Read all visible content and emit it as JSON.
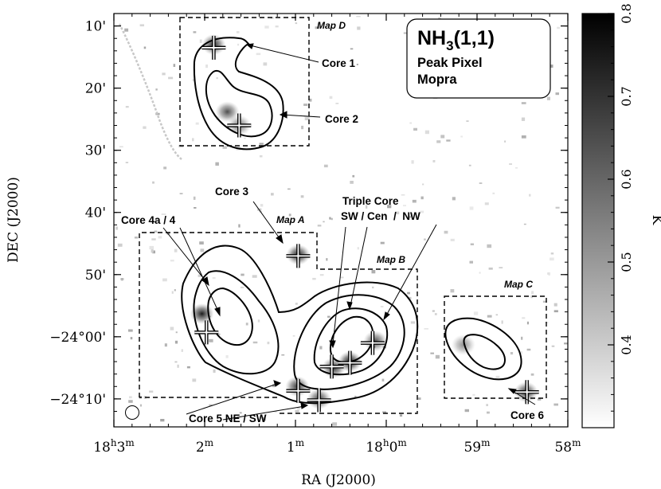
{
  "chart_data": {
    "type": "heatmap",
    "title": "NH3(1,1)",
    "title_main": "NH",
    "title_sub": "3",
    "title_tail": "(1,1)",
    "subtitle_lines": [
      "Peak Pixel",
      "Mopra"
    ],
    "xlabel": "RA (J2000)",
    "ylabel": "DEC (J2000)",
    "x_unit": "minutes of RA",
    "y_unit": "arcmin",
    "x_ticks": [
      {
        "value": 3,
        "main": "18",
        "sup1": "h",
        "mid": "3",
        "sup2": "m"
      },
      {
        "value": 2,
        "main": "2",
        "sup1": "m",
        "mid": "",
        "sup2": ""
      },
      {
        "value": 1,
        "main": "1",
        "sup1": "m",
        "mid": "",
        "sup2": ""
      },
      {
        "value": 0,
        "main": "18",
        "sup1": "h",
        "mid": "0",
        "sup2": "m"
      },
      {
        "value": -1,
        "main": "59",
        "sup1": "m",
        "mid": "",
        "sup2": ""
      },
      {
        "value": -2,
        "main": "58",
        "sup1": "m",
        "mid": "",
        "sup2": ""
      }
    ],
    "y_ticks": [
      {
        "value": 10,
        "label": "10'"
      },
      {
        "value": 20,
        "label": "20'"
      },
      {
        "value": 30,
        "label": "30'"
      },
      {
        "value": 40,
        "label": "40'"
      },
      {
        "value": 50,
        "label": "50'"
      },
      {
        "value": 60,
        "label": "−24°00'"
      },
      {
        "value": 70,
        "label": "−24°10'"
      }
    ],
    "x_range": [
      3.0,
      -2.0
    ],
    "y_range": [
      8.0,
      74.5
    ],
    "colorbar": {
      "label": "K",
      "range": [
        0.3,
        0.8
      ],
      "ticks": [
        0.4,
        0.5,
        0.6,
        0.7,
        0.8
      ],
      "colormap": "gray_reversed"
    },
    "cores": [
      {
        "name": "Core 1",
        "x": 1.9,
        "y": 13.5
      },
      {
        "name": "Core 2",
        "x": 1.62,
        "y": 26.0
      },
      {
        "name": "Core 3",
        "x": 0.97,
        "y": 47.0
      },
      {
        "name": "Core 4",
        "x": 1.98,
        "y": 59.3
      },
      {
        "name": "Core 5 NE",
        "x": 0.97,
        "y": 68.7
      },
      {
        "name": "Core 5 SW",
        "x": 0.74,
        "y": 70.2
      },
      {
        "name": "Triple Core SW",
        "x": 0.6,
        "y": 64.8
      },
      {
        "name": "Triple Core Cen",
        "x": 0.4,
        "y": 64.2
      },
      {
        "name": "Triple Core NW",
        "x": 0.15,
        "y": 61.0
      },
      {
        "name": "Core 6",
        "x": -1.55,
        "y": 68.9
      }
    ],
    "emission_peaks": [
      {
        "x": 1.9,
        "y": 13.0,
        "amp": 0.85
      },
      {
        "x": 1.75,
        "y": 23.8,
        "amp": 0.7
      },
      {
        "x": 1.62,
        "y": 26.0,
        "amp": 0.55
      },
      {
        "x": 0.97,
        "y": 46.8,
        "amp": 0.9
      },
      {
        "x": 2.03,
        "y": 56.3,
        "amp": 0.9
      },
      {
        "x": 0.4,
        "y": 64.0,
        "amp": 0.95
      },
      {
        "x": 0.58,
        "y": 65.0,
        "amp": 0.8
      },
      {
        "x": 0.12,
        "y": 60.7,
        "amp": 0.7
      },
      {
        "x": 0.98,
        "y": 68.0,
        "amp": 0.8
      },
      {
        "x": 0.74,
        "y": 70.0,
        "amp": 0.75
      },
      {
        "x": -1.54,
        "y": 68.9,
        "amp": 0.8
      },
      {
        "x": -0.85,
        "y": 61.3,
        "amp": 0.45
      }
    ],
    "labels": [
      {
        "text": "Core 1"
      },
      {
        "text": "Core 2"
      },
      {
        "text": "Core 3"
      },
      {
        "text": "Core 4a / 4"
      },
      {
        "text": "Triple Core"
      },
      {
        "text": "SW / Cen  /  NW"
      },
      {
        "text": "Core 5 NE / SW"
      },
      {
        "text": "Core 6"
      }
    ],
    "map_regions": [
      {
        "name": "Map D"
      },
      {
        "name": "Map A"
      },
      {
        "name": "Map B"
      },
      {
        "name": "Map C"
      }
    ],
    "contours": "integrated intensity contours",
    "grid": false
  }
}
